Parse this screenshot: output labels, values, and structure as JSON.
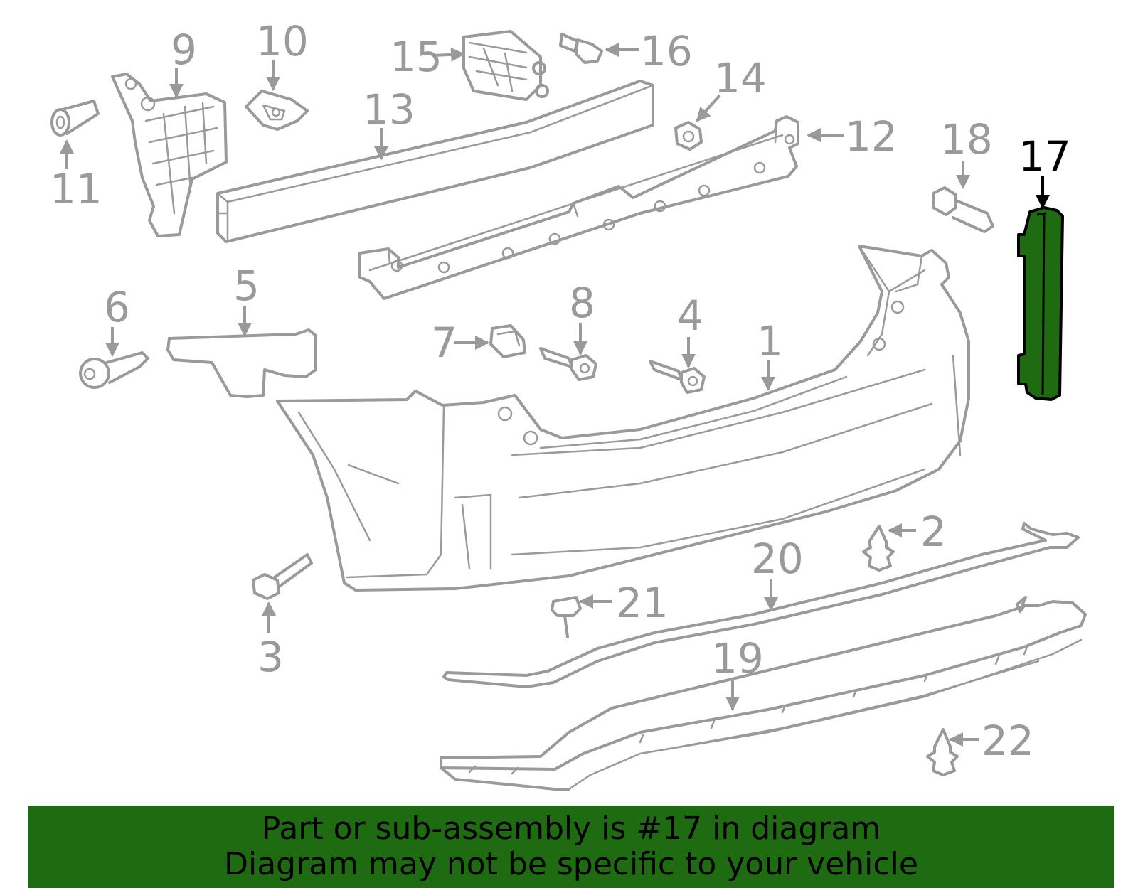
{
  "callouts": {
    "c1": "1",
    "c2": "2",
    "c3": "3",
    "c4": "4",
    "c5": "5",
    "c6": "6",
    "c7": "7",
    "c8": "8",
    "c9": "9",
    "c10": "10",
    "c11": "11",
    "c12": "12",
    "c13": "13",
    "c14": "14",
    "c15": "15",
    "c16": "16",
    "c17": "17",
    "c18": "18",
    "c19": "19",
    "c20": "20",
    "c21": "21",
    "c22": "22"
  },
  "highlight": {
    "part": "17",
    "color": "#1e6b12"
  },
  "footer": {
    "line1": "Part or sub-assembly is #17 in diagram",
    "line2": "Diagram may not be specific to your vehicle",
    "background": "#1e6b12"
  }
}
